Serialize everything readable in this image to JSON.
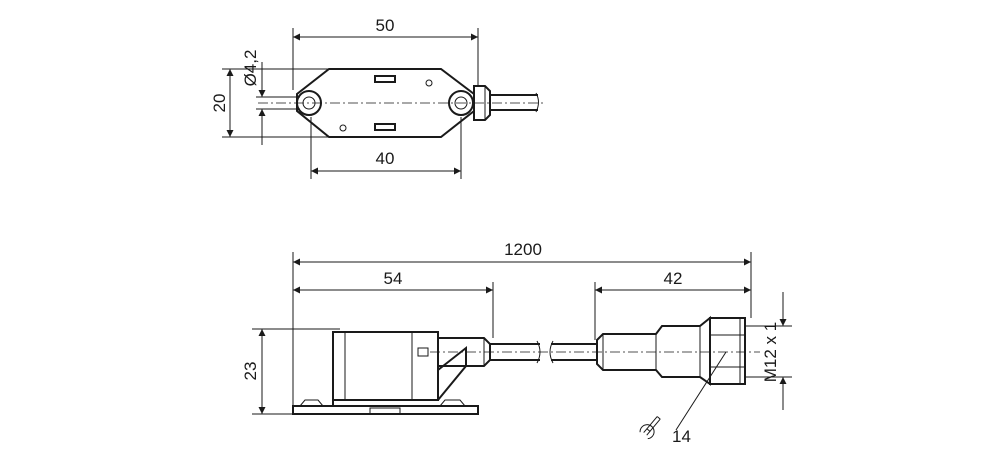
{
  "top_view": {
    "dim_width_total": "50",
    "dim_hole_spacing": "40",
    "dim_height": "20",
    "dim_hole_diameter": "Ø4,2"
  },
  "side_view": {
    "dim_cable_length": "1200",
    "dim_body_length": "54",
    "dim_connector_length": "42",
    "dim_body_height": "23",
    "dim_thread": "M12 x 1",
    "dim_wrench_size": "14"
  },
  "colors": {
    "line": "#1a1a1a",
    "background": "#ffffff"
  }
}
